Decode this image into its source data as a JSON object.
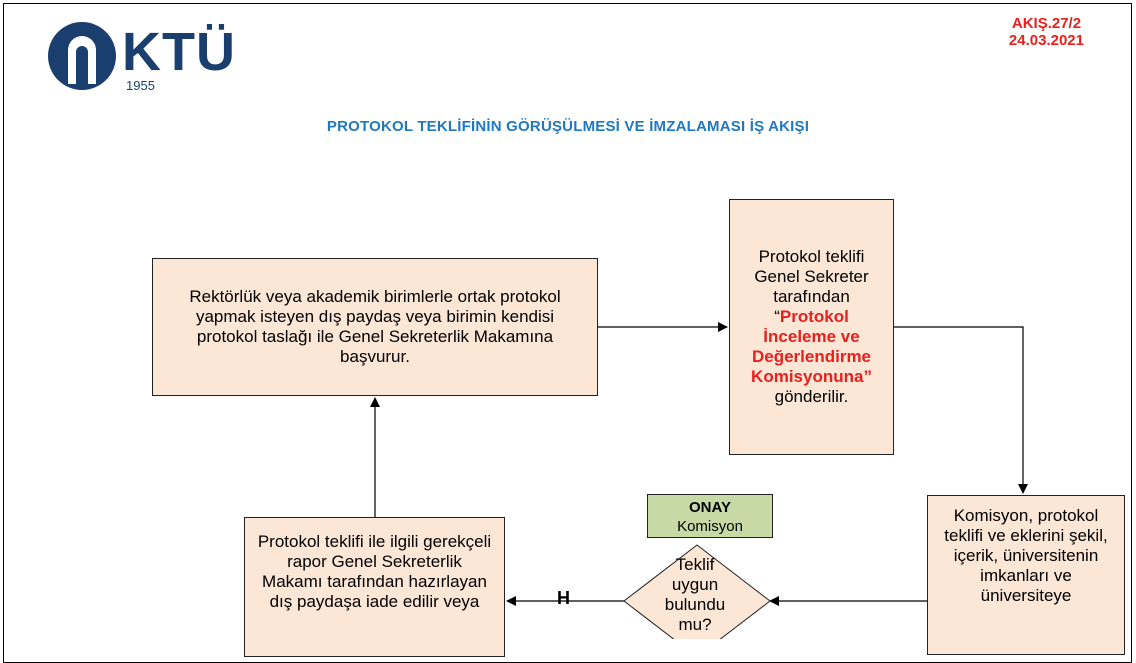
{
  "header": {
    "logo_text": "KTÜ",
    "logo_year": "1955",
    "doc_code": "AKIŞ.27/2",
    "doc_date": "24.03.2021",
    "title": "PROTOKOL TEKLİFİNİN GÖRÜŞÜLMESİ VE İMZALAMASI İŞ AKIŞI"
  },
  "flow": {
    "start_box": "Rektörlük veya  akademik birimlerle ortak protokol yapmak isteyen dış paydaş veya birimin kendisi  protokol taslağı ile Genel Sekreterlik Makamına başvurur.",
    "send_box_pre": "Protokol teklifi Genel Sekreter tarafından",
    "send_box_open_quote": "“",
    "send_box_highlight": "Protokol İnceleme ve Değerlendirme Komisyonuna”",
    "send_box_post": "gönderilir.",
    "commission_box": "Komisyon, protokol teklifi ve eklerini şekil, içerik, üniversitenin imkanları ve üniversiteye",
    "approval_title": "ONAY",
    "approval_sub": "Komisyon",
    "decision": "Teklif uygun bulundu mu?",
    "no_label": "H",
    "return_box": "Protokol teklifi ile ilgili gerekçeli rapor Genel Sekreterlik Makamı tarafından hazırlayan dış paydaşa iade edilir veya"
  },
  "colors": {
    "box_fill": "#fce6d6",
    "approval_fill": "#c7d9a4",
    "title_blue": "#1f78c4",
    "logo_navy": "#1a3f6e",
    "accent_red": "#e8201e"
  }
}
